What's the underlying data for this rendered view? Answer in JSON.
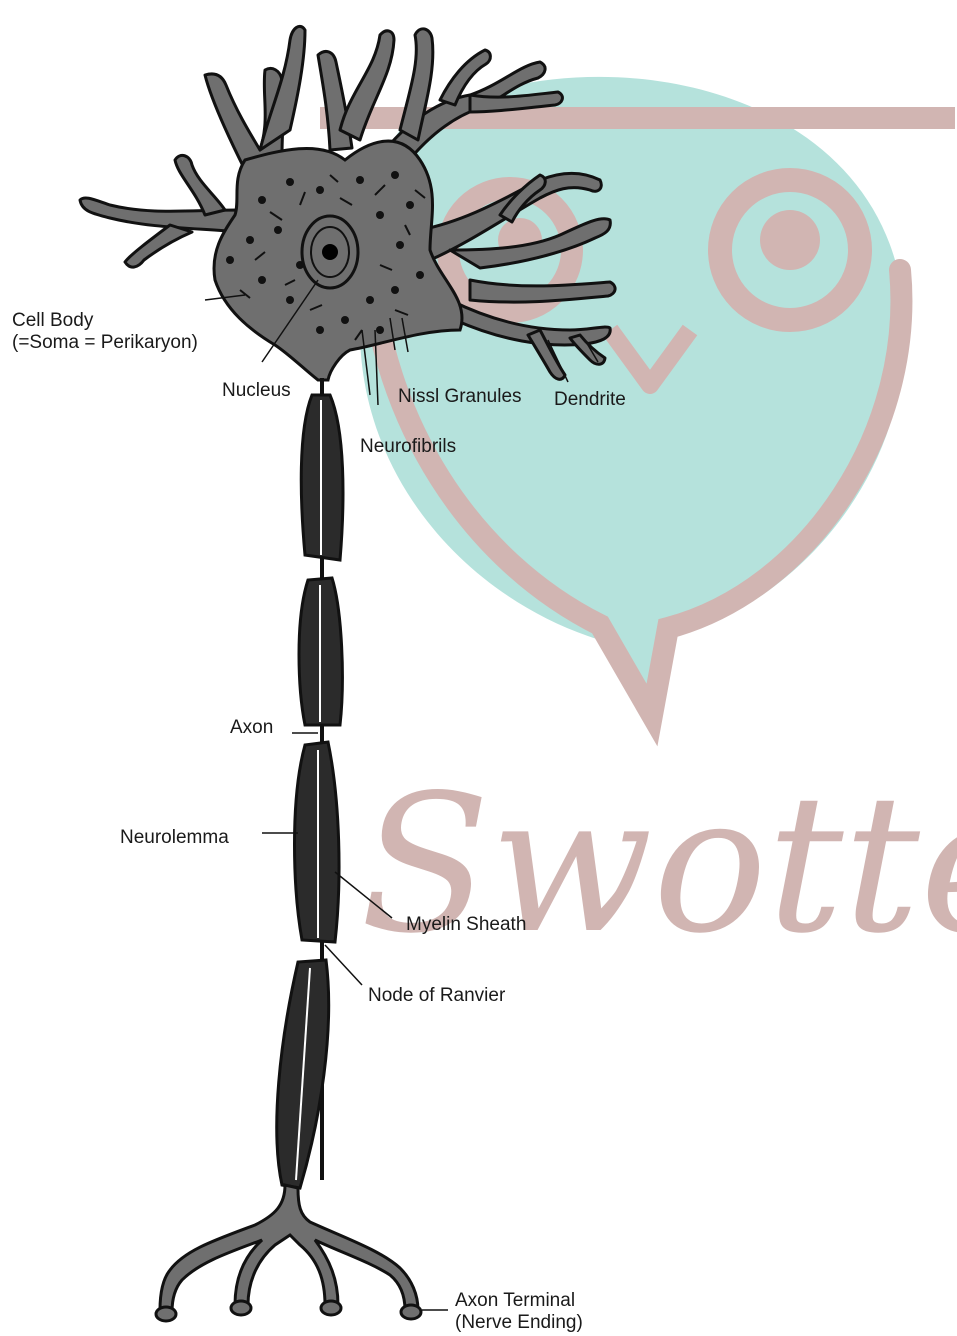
{
  "labels": {
    "cell_body_line1": "Cell Body",
    "cell_body_line2": "(=Soma = Perikaryon)",
    "nucleus": "Nucleus",
    "nissl_granules": "Nissl Granules",
    "dendrite": "Dendrite",
    "neurofibrils": "Neurofibrils",
    "axon": "Axon",
    "neurolemma": "Neurolemma",
    "myelin_sheath": "Myelin Sheath",
    "node_of_ranvier": "Node of Ranvier",
    "axon_terminal_line1": "Axon Terminal",
    "axon_terminal_line2": "(Nerve Ending)"
  },
  "watermark": {
    "brand_text": "Swotters"
  },
  "colors": {
    "soma_fill": "#6f6f6f",
    "outline": "#111111",
    "myelin_fill": "#2b2b2b",
    "watermark_brown": "#c9a9a5",
    "watermark_teal": "#a9ded7"
  }
}
